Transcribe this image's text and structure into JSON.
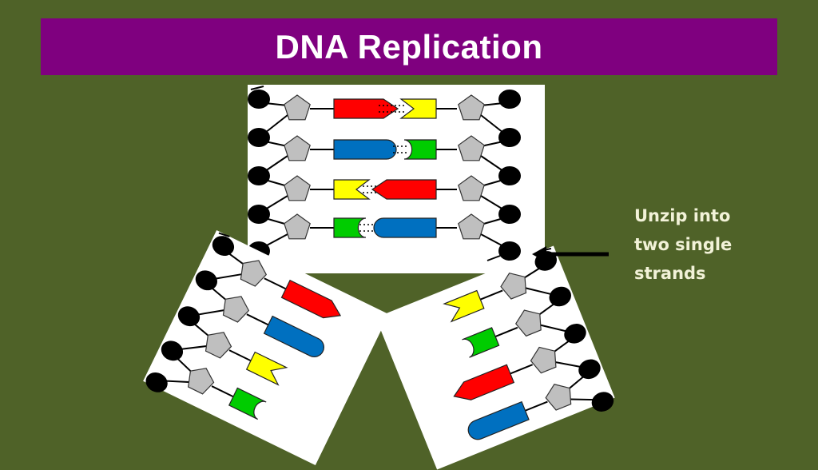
{
  "slide": {
    "title": "DNA Replication",
    "caption_lines": [
      "Unzip into",
      "two single",
      "strands"
    ]
  },
  "colors": {
    "background": "#4f6228",
    "title_bar": "#7f007f",
    "adenine": "#ff0000",
    "thymine": "#ffff00",
    "guanine": "#0070c0",
    "cytosine": "#00cc00",
    "sugar": "#bfbfbf",
    "phosphate": "#000000"
  },
  "icons": {
    "phosphate": "black-circle",
    "sugar": "grey-pentagon",
    "pointer": "left-arrow"
  }
}
